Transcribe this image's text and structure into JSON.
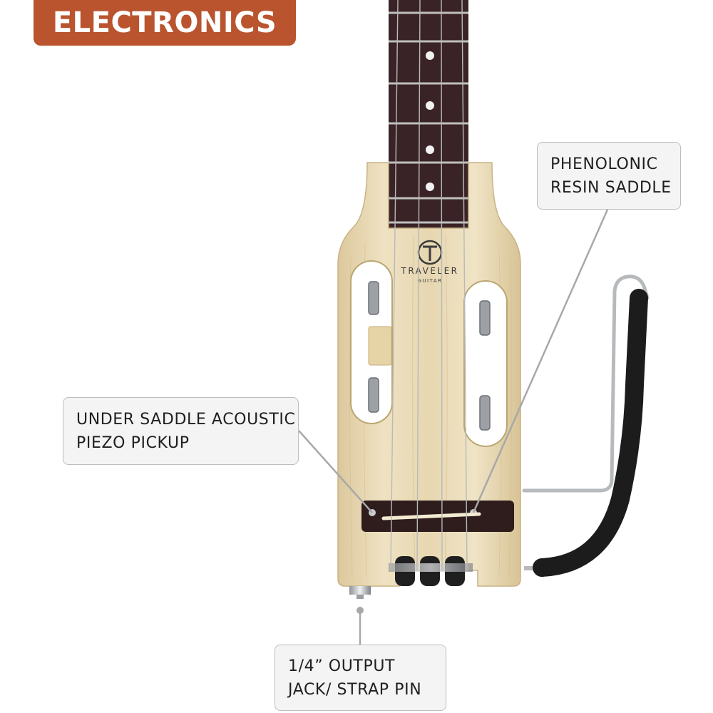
{
  "badge": {
    "label": "ELECTRONICS",
    "color": "#b9542f"
  },
  "brand": {
    "name": "TRAVELER",
    "sub": "GUITAR"
  },
  "callouts": {
    "saddle": {
      "line1": "PHENOLONIC",
      "line2": "RESIN SADDLE"
    },
    "pickup": {
      "line1": "UNDER SADDLE ACOUSTIC",
      "line2": "PIEZO PICKUP"
    },
    "jack": {
      "line1": "1/4” OUTPUT",
      "line2": "JACK/ STRAP PIN"
    }
  },
  "colors": {
    "body_wood": "#e8d9b5",
    "fretboard": "#3a2326",
    "bridge": "#2e1d1c",
    "leg_rest_foam": "#1c1c1c",
    "chrome": "#c9ccd0"
  },
  "icons": [
    "traveler-logo-icon",
    "leader-dot-icon"
  ]
}
